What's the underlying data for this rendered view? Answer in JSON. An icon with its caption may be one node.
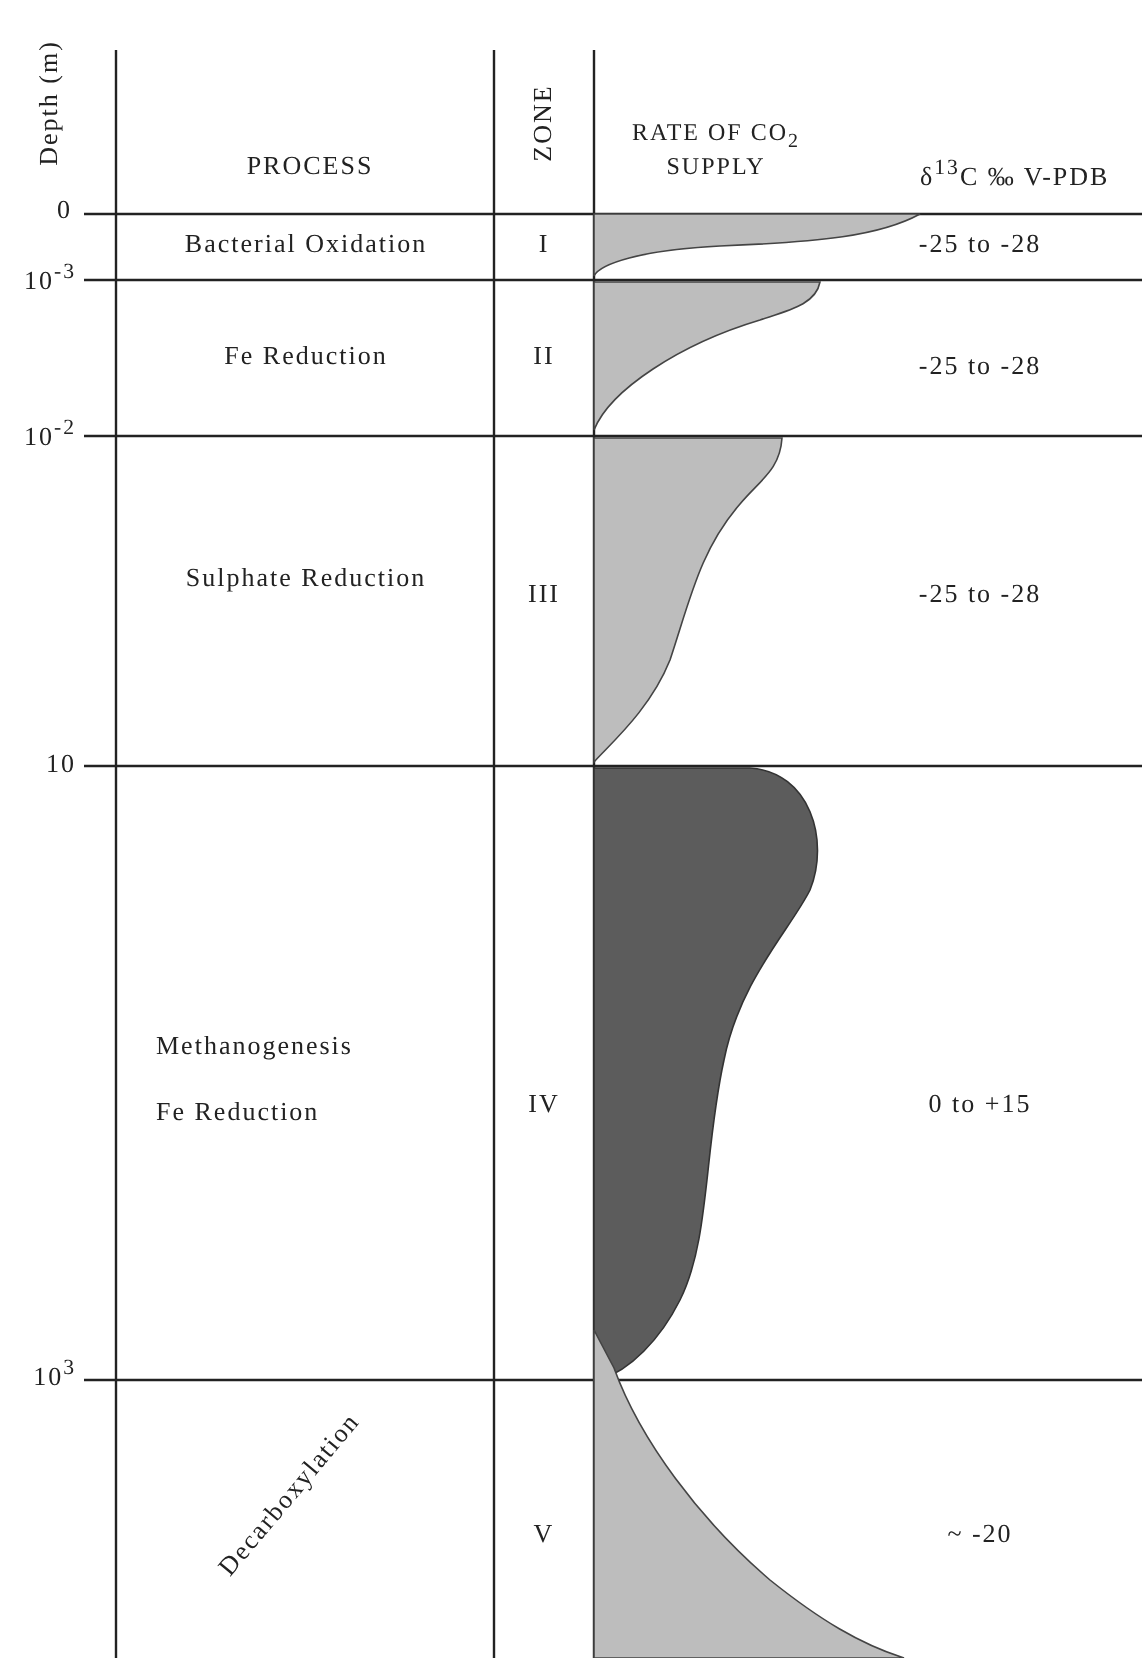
{
  "diagram": {
    "labels": [
      "Depth (m)",
      "PROCESS",
      "ZONE",
      "RATE OF CO$_{2}$ SUPPLY",
      "δ$^{13}$C ‰ V-PDB",
      "0",
      "Bacterial Oxidation",
      "I",
      "-25 to -28",
      "10$^{-3}$",
      "Fe Reduction",
      "II",
      "-25 to -28",
      "10$^{-2}$",
      "Sulphate Reduction",
      "III",
      "-25 to -28",
      "10",
      "Methanogenesis",
      "Fe Reduction",
      "IV",
      "0 to +15",
      "10$^{3}$",
      "Decarboxylation",
      "V",
      "~ -20"
    ]
  }
}
